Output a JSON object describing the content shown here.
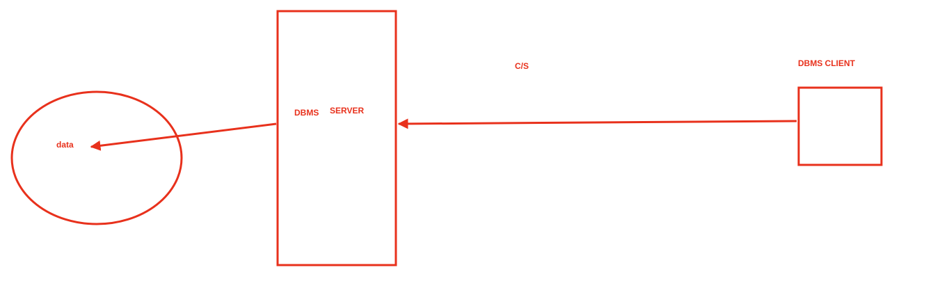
{
  "colors": {
    "stroke": "#e8311c",
    "text": "#e8311c",
    "background": "#ffffff"
  },
  "labels": {
    "data": "data",
    "dbms": "DBMS",
    "server": "SERVER",
    "cs": "C/S",
    "dbms_client": "DBMS CLIENT"
  }
}
